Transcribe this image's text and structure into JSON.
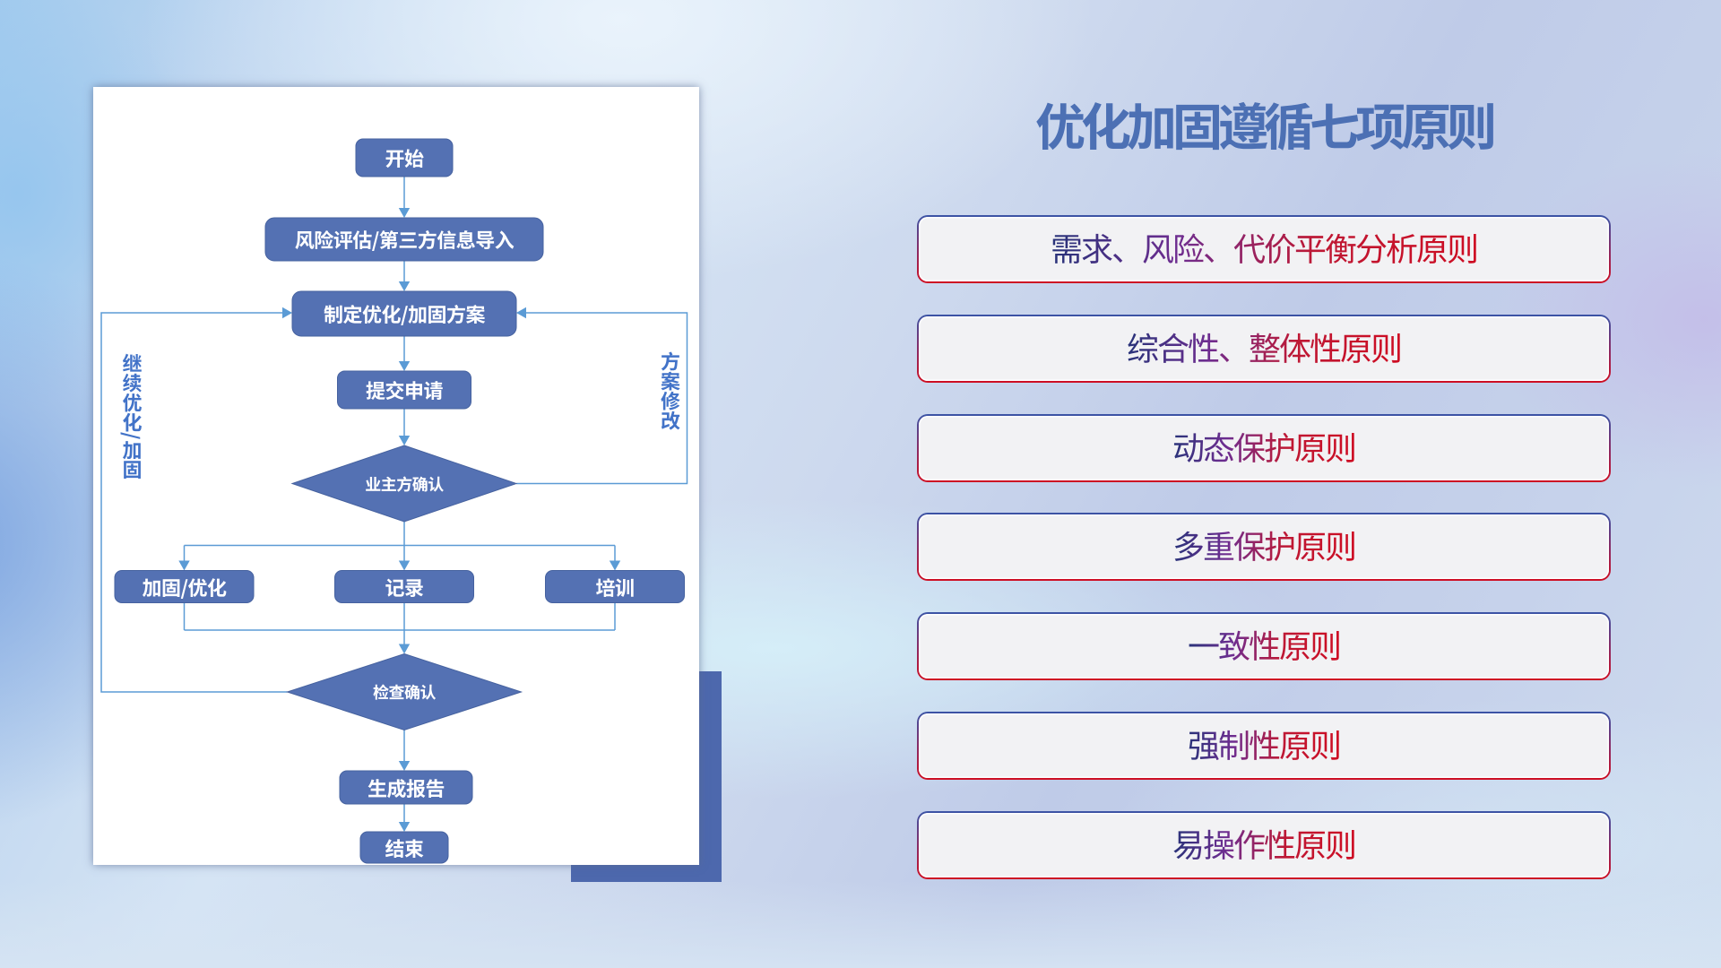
{
  "slide": {
    "title": "优化加固遵循七项原则"
  },
  "flowchart": {
    "nodes": [
      {
        "id": "start",
        "label": "开始",
        "shape": "rounded-rect"
      },
      {
        "id": "risk-import",
        "label": "风险评估/第三方信息导入",
        "shape": "rounded-rect"
      },
      {
        "id": "make-plan",
        "label": "制定优化/加固方案",
        "shape": "rounded-rect"
      },
      {
        "id": "submit-request",
        "label": "提交申请",
        "shape": "rounded-rect"
      },
      {
        "id": "owner-confirm",
        "label": "业主方确认",
        "shape": "diamond"
      },
      {
        "id": "reinforce",
        "label": "加固/优化",
        "shape": "rounded-rect"
      },
      {
        "id": "record",
        "label": "记录",
        "shape": "rounded-rect"
      },
      {
        "id": "training",
        "label": "培训",
        "shape": "rounded-rect"
      },
      {
        "id": "check-confirm",
        "label": "检查确认",
        "shape": "diamond"
      },
      {
        "id": "report",
        "label": "生成报告",
        "shape": "rounded-rect"
      },
      {
        "id": "end",
        "label": "结束",
        "shape": "rounded-rect"
      }
    ],
    "edge_labels": {
      "continue_loop": "继续优化/加固",
      "revise_loop": "方案修改"
    }
  },
  "principles": {
    "items": [
      {
        "label": "需求、风险、代价平衡分析原则"
      },
      {
        "label": "综合性、整体性原则"
      },
      {
        "label": "动态保护原则"
      },
      {
        "label": "多重保护原则"
      },
      {
        "label": "一致性原则"
      },
      {
        "label": "强制性原则"
      },
      {
        "label": "易操作性原则"
      }
    ]
  },
  "colors": {
    "node_fill": "#5471B3",
    "node_text": "#FFFFFF",
    "connector": "#5B9BD5",
    "edge_label_text": "#4273C8",
    "title_text": "#4C70B4",
    "principle_box_bg": "#F2F2F4",
    "principle_border_top": "#3A54A6",
    "principle_border_bottom": "#CF0E22",
    "principle_text_start": "#273379",
    "principle_text_mid": "#6E2D90",
    "principle_text_end": "#CE0C22",
    "card_bg": "#FFFFFF",
    "card_shadow_rect": "#4D68AD"
  }
}
